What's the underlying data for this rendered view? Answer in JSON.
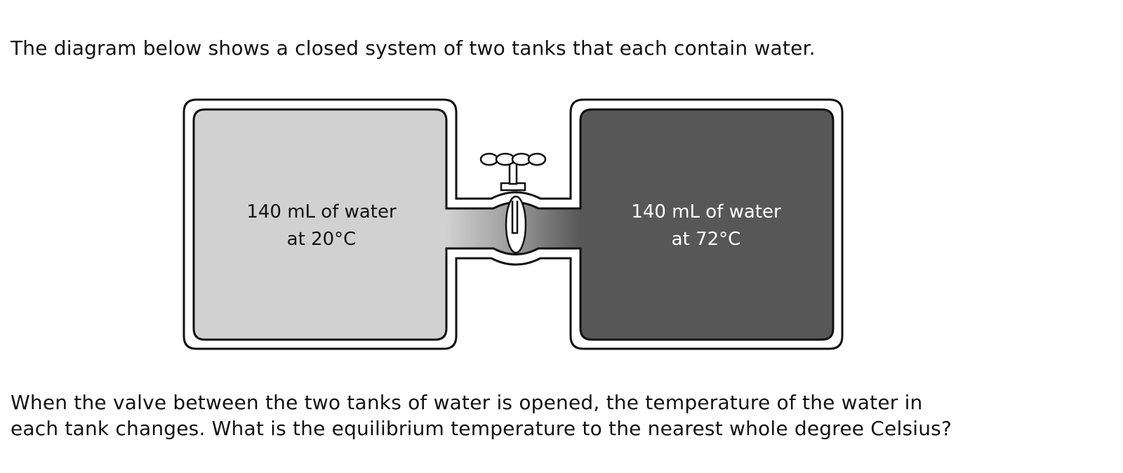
{
  "intro_text": "The diagram below shows a closed system of two tanks that each contain water.",
  "diagram": {
    "left_tank": {
      "line1": "140 mL of water",
      "line2": "at 20°C",
      "fill_color": "#d1d1d1"
    },
    "right_tank": {
      "line1": "140 mL of water",
      "line2": "at 72°C",
      "fill_color": "#575757"
    },
    "valve_icon": "valve-icon"
  },
  "question": {
    "line1": "When the valve between the two tanks of water is opened, the temperature of the water in",
    "line2": "each tank changes. What is the equilibrium temperature to the nearest whole degree Celsius?"
  }
}
